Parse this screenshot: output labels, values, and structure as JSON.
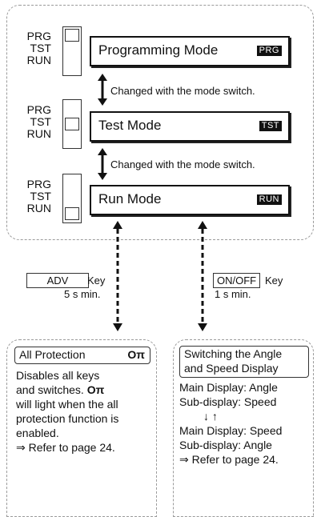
{
  "modes": [
    {
      "title": "Programming Mode",
      "badge": "PRG",
      "active": 0
    },
    {
      "title": "Test Mode",
      "badge": "TST",
      "active": 1
    },
    {
      "title": "Run Mode",
      "badge": "RUN",
      "active": 2
    }
  ],
  "switch_labels": [
    "PRG",
    "TST",
    "RUN"
  ],
  "changed_note": "Changed with the mode switch.",
  "keys": {
    "adv": {
      "label": "ADV",
      "suffix": "Key",
      "time": "5 s min."
    },
    "onoff": {
      "label": "ON/OFF",
      "suffix": "Key",
      "time": "1 s min."
    }
  },
  "all_protection": {
    "title": "All Protection",
    "key_symbol": "Oπ",
    "lines": [
      "Disables all keys",
      "and switches.",
      "will light when the all",
      "protection function is",
      "enabled.",
      "⇒ Refer to page 24."
    ],
    "inline_symbol": "Oπ"
  },
  "angle_speed": {
    "title_lines": [
      "Switching the Angle",
      "and Speed Display"
    ],
    "lines": [
      "Main Display: Angle",
      "Sub-display: Speed",
      "↓ ↑",
      "Main Display: Speed",
      "Sub-display: Angle",
      "⇒ Refer to page 24."
    ]
  }
}
